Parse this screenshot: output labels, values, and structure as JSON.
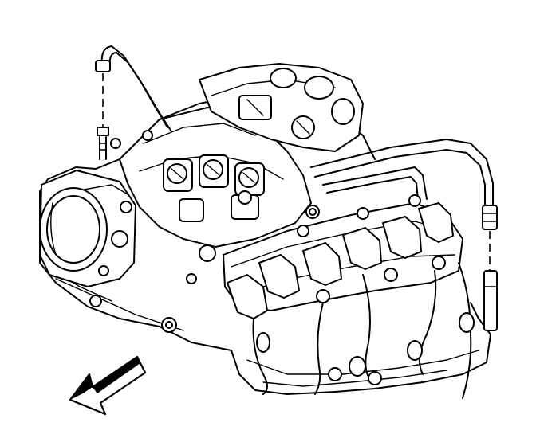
{
  "figure": {
    "type": "line-art technical illustration",
    "subject": "engine top view",
    "colors": {
      "line": "#000000",
      "background": "#ffffff"
    },
    "direction_arrow": {
      "icon": "front-arrow-icon",
      "orientation": "lower-left"
    }
  }
}
